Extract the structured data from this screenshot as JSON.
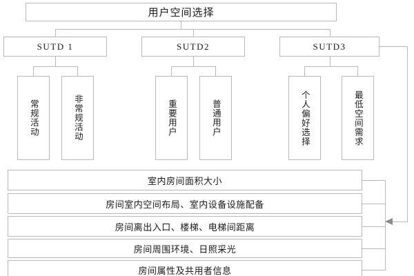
{
  "diagram": {
    "title": "用户空间选择",
    "root": {
      "label": "用户空间选择"
    },
    "groups": [
      {
        "label": "SUTD 1"
      },
      {
        "label": "SUTD2"
      },
      {
        "label": "SUTD3"
      }
    ],
    "leaves": [
      {
        "label": "常规活动",
        "group": "SUTD 1"
      },
      {
        "label": "非常规活动",
        "group": "SUTD 1"
      },
      {
        "label": "重要用户",
        "group": "SUTD2"
      },
      {
        "label": "普通用户",
        "group": "SUTD2"
      },
      {
        "label": "个人偏好选择",
        "group": "SUTD3"
      },
      {
        "label": "最低空间需求",
        "group": "SUTD3"
      }
    ],
    "bars": [
      {
        "label": "室内房间面积大小"
      },
      {
        "label": "房间室内空间布局、室内设备设施配备"
      },
      {
        "label": "房间离出入口、楼梯、电梯间距离"
      },
      {
        "label": "房间周围环境、日照采光"
      },
      {
        "label": "房间属性及共用者信息"
      }
    ],
    "colors": {
      "border": "#b9b9b9",
      "text": "#1a1a1a",
      "background": "#ffffff",
      "arrow": "#8c8c8c"
    }
  }
}
